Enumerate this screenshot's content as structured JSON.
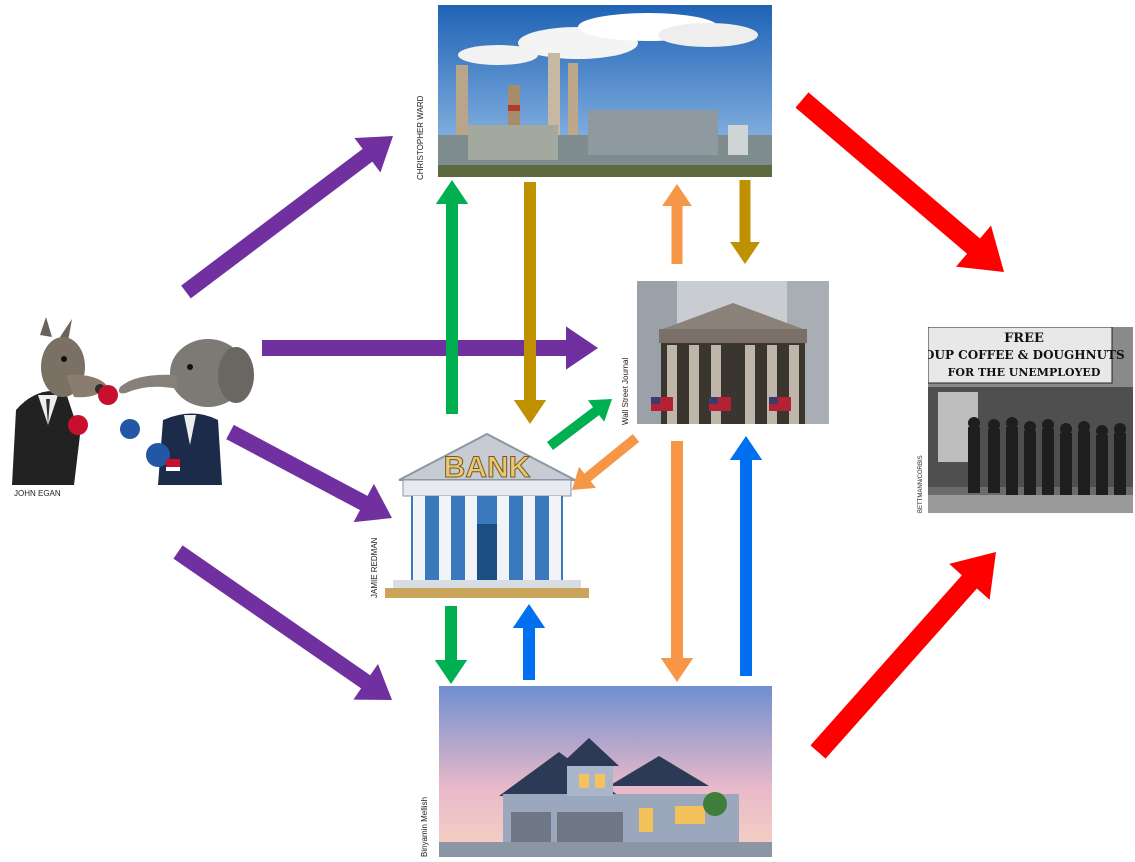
{
  "nodes": {
    "politics": {
      "credit": "JOHN EGAN",
      "icon": "boxing-donkey-elephant-icon"
    },
    "factory": {
      "credit": "CHRISTOPHER WARD",
      "icon": "power-plant-icon"
    },
    "stock_exchange": {
      "credit": "Wall Street Journal",
      "icon": "stock-exchange-building-icon"
    },
    "bank": {
      "sign": "BANK",
      "credit": "JAMIE REDMAN",
      "icon": "bank-building-icon"
    },
    "house": {
      "credit": "Binyamin Mellish",
      "icon": "house-icon"
    },
    "breadline": {
      "credit": "BETTMANN/CORBIS",
      "icon": "depression-breadline-photo",
      "sign_line1": "FREE",
      "sign_line2": "SOUP COFFEE & DOUGHNUTS",
      "sign_line3": "FOR THE UNEMPLOYED"
    }
  },
  "colors": {
    "purple": "#7030a0",
    "red": "#ff0000",
    "green": "#00b050",
    "gold": "#bf9000",
    "orange": "#f79646",
    "blue": "#0070f0"
  },
  "edges": [
    {
      "from": "politics",
      "to": "factory",
      "color": "purple"
    },
    {
      "from": "politics",
      "to": "stock_exchange",
      "color": "purple"
    },
    {
      "from": "politics",
      "to": "bank",
      "color": "purple"
    },
    {
      "from": "politics",
      "to": "house",
      "color": "purple"
    },
    {
      "from": "factory",
      "to": "breadline",
      "color": "red"
    },
    {
      "from": "house",
      "to": "breadline",
      "color": "red"
    },
    {
      "from": "bank",
      "to": "factory",
      "color": "green"
    },
    {
      "from": "factory",
      "to": "bank",
      "color": "gold"
    },
    {
      "from": "stock_exchange",
      "to": "factory",
      "color": "orange"
    },
    {
      "from": "factory",
      "to": "stock_exchange",
      "color": "gold"
    },
    {
      "from": "bank",
      "to": "stock_exchange",
      "color": "green"
    },
    {
      "from": "stock_exchange",
      "to": "bank",
      "color": "orange"
    },
    {
      "from": "bank",
      "to": "house",
      "color": "green"
    },
    {
      "from": "house",
      "to": "bank",
      "color": "blue"
    },
    {
      "from": "stock_exchange",
      "to": "house",
      "color": "orange"
    },
    {
      "from": "house",
      "to": "stock_exchange",
      "color": "blue"
    }
  ]
}
